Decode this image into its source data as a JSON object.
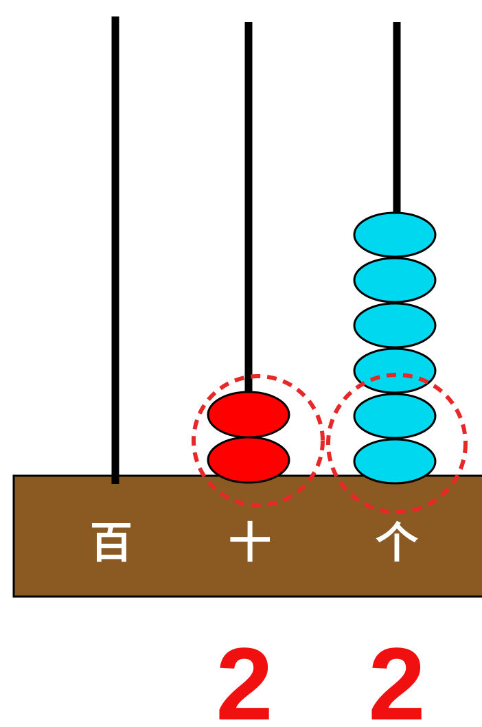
{
  "abacus": {
    "place_labels": [
      "百",
      "十",
      "个"
    ],
    "bead_counts": [
      0,
      2,
      6
    ],
    "highlighted_beads": [
      0,
      2,
      2
    ],
    "digits": [
      "",
      "2",
      "2"
    ],
    "colors": {
      "base": "#8B5A22",
      "rod": "#000000",
      "tens_bead": "#FF0000",
      "ones_bead": "#00D8F0",
      "highlight_circle": "#E62828",
      "digit_text": "#F01010",
      "label_text": "#FFFFFF"
    }
  }
}
